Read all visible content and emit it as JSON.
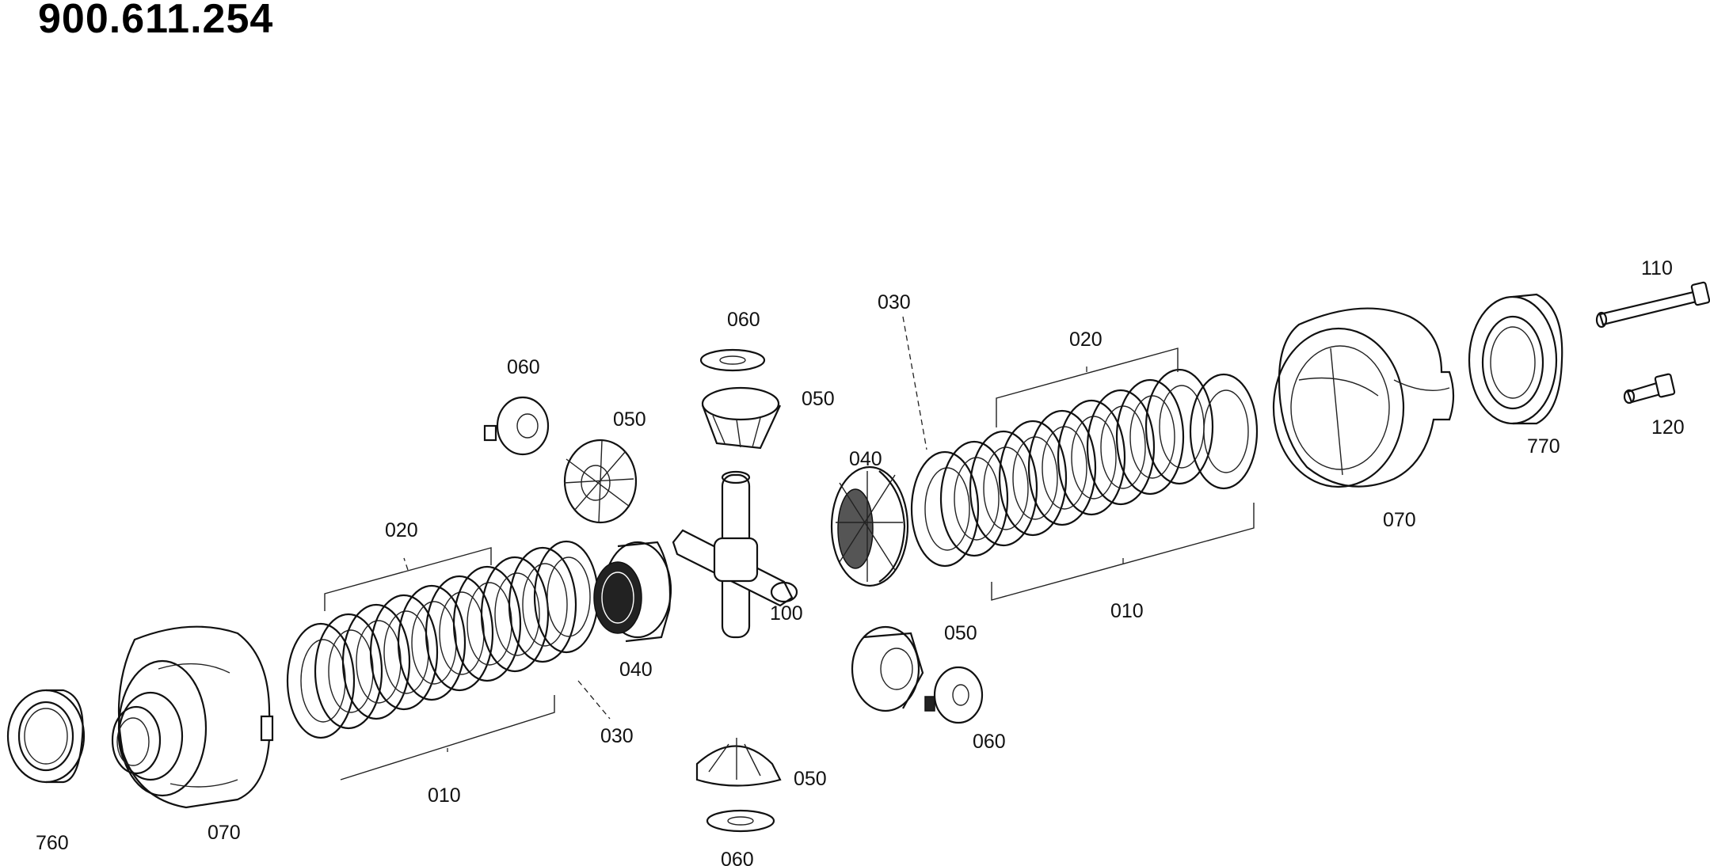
{
  "title": "900.611.254",
  "labels": {
    "c060_top_center": "060",
    "c050_top_center": "050",
    "c060_upper_left": "060",
    "c050_upper_left": "050",
    "c030_upper": "030",
    "c040_upper": "040",
    "c020_right": "020",
    "c010_right": "010",
    "c070_right": "070",
    "c770": "770",
    "c110": "110",
    "c120": "120",
    "c020_left": "020",
    "c040_lower": "040",
    "c100": "100",
    "c030_lower": "030",
    "c010_left": "010",
    "c050_lower_right": "050",
    "c060_lower_right": "060",
    "c050_bottom": "050",
    "c060_bottom": "060",
    "c760": "760",
    "c070_left": "070"
  }
}
